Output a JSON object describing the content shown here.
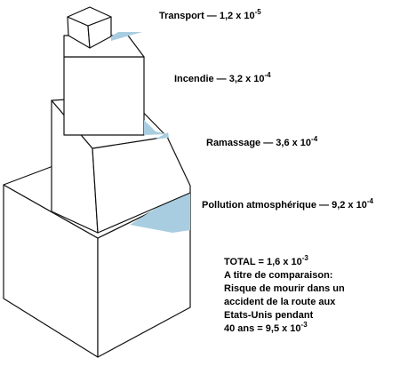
{
  "colors": {
    "line": "#111111",
    "fill": "#ffffff",
    "shadow": "#a9cde0"
  },
  "risks": [
    {
      "name": "Transport",
      "sep": " — ",
      "mantissa": "1,2",
      "times": " x 10",
      "exponent": "-5"
    },
    {
      "name": "Incendie",
      "sep": " — ",
      "mantissa": "3,2",
      "times": " x 10",
      "exponent": "-4"
    },
    {
      "name": "Ramassage",
      "sep": " — ",
      "mantissa": "3,6",
      "times": " x 10",
      "exponent": "-4"
    },
    {
      "name": "Pollution atmosphérique",
      "sep": " — ",
      "mantissa": "9,2",
      "times": " x 10",
      "exponent": "-4"
    }
  ],
  "summary": {
    "total_prefix": "TOTAL = 1,6 x 10",
    "total_exponent": "-3",
    "line1": "A titre de comparaison:",
    "line2": "Risque de mourir dans un",
    "line3": "accident de la route aux",
    "line4": "Etats-Unis pendant",
    "last_prefix": "40 ans = 9,5 x 10",
    "last_exponent": "-3"
  }
}
